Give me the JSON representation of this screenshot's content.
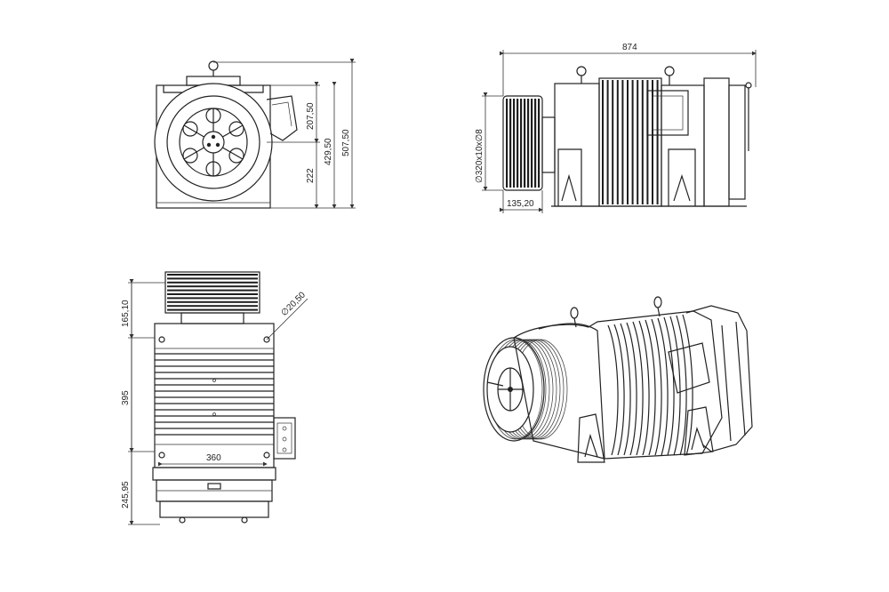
{
  "dimensions": {
    "front_upper": "207,50",
    "front_lower": "222",
    "front_mid_total": "429,50",
    "front_total": "507,50",
    "side_length": "874",
    "side_sheave_diameter": "∅320x10x∅8",
    "side_sheave_width": "135,20",
    "top_sheave": "165,10",
    "top_body": "395",
    "top_base": "245,95",
    "top_width": "360",
    "top_hole": "∅20,50"
  },
  "colors": {
    "line": "#222222",
    "background": "#ffffff"
  }
}
